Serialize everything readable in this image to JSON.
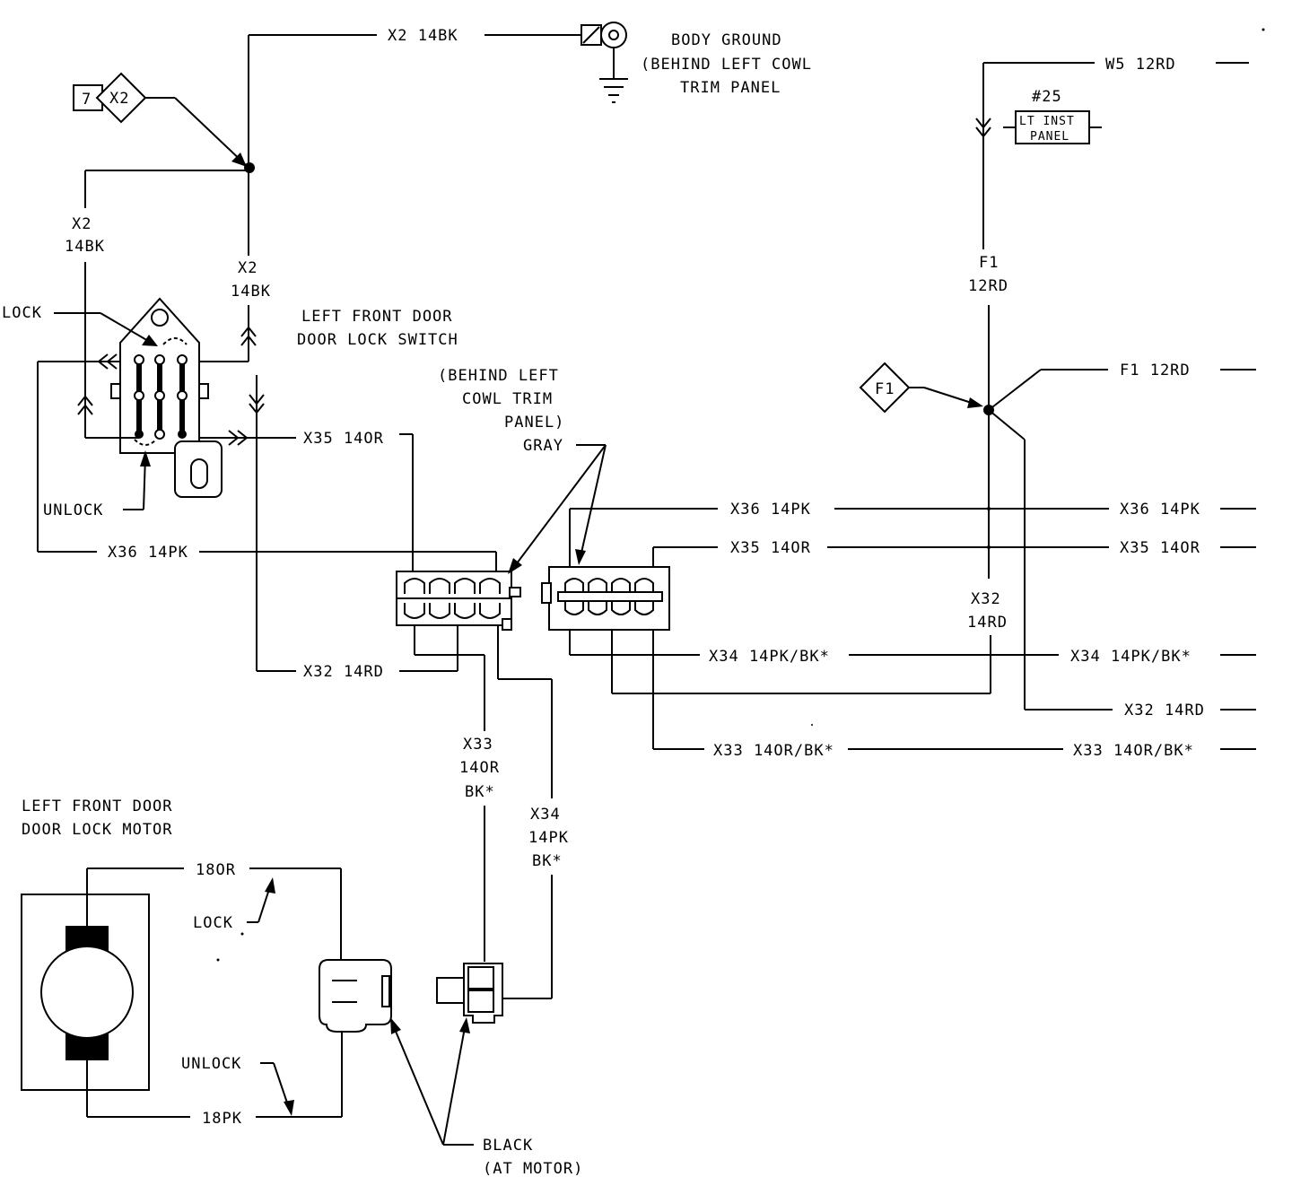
{
  "ground": {
    "wire_top": "X2 14BK",
    "line1": "BODY GROUND",
    "line2": "(BEHIND LEFT COWL",
    "line3": "TRIM PANEL"
  },
  "left_ref": {
    "page_number": "7",
    "label": "X2"
  },
  "x2_left": {
    "line1": "X2",
    "line2": "14BK"
  },
  "x2_mid": {
    "line1": "X2",
    "line2": "14BK"
  },
  "switch": {
    "lock_label": "LOCK",
    "unlock_label": "UNLOCK",
    "title1": "LEFT FRONT DOOR",
    "title2": "DOOR LOCK SWITCH"
  },
  "wires_left": {
    "x35": "X35 14OR",
    "x36": "X36 14PK",
    "x32": "X32 14RD"
  },
  "connector_note": {
    "line1": "(BEHIND LEFT",
    "line2": "COWL TRIM",
    "line3": "PANEL)",
    "line4": "GRAY"
  },
  "wires_mid": {
    "x36": "X36 14PK",
    "x35": "X35 14OR",
    "x34": "X34 14PK/BK*",
    "x33": "X33 14OR/BK*"
  },
  "wires_right": {
    "w5": "W5 12RD",
    "f1": "F1 12RD",
    "x36": "X36 14PK",
    "x35": "X35 14OR",
    "x34": "X34 14PK/BK*",
    "x32": "X32 14RD",
    "x33": "X33 14OR/BK*"
  },
  "fuse": {
    "number": "#25",
    "line1": "LT INST",
    "line2": "PANEL"
  },
  "f1_vert": {
    "line1": "F1",
    "line2": "12RD"
  },
  "f1_ref": {
    "label": "F1"
  },
  "x32_vert": {
    "line1": "X32",
    "line2": "14RD"
  },
  "x33_vert": {
    "line1": "X33",
    "line2": "14OR",
    "line3": "BK*"
  },
  "x34_vert": {
    "line1": "X34",
    "line2": "14PK",
    "line3": "BK*"
  },
  "motor": {
    "title1": "LEFT FRONT DOOR",
    "title2": "DOOR LOCK MOTOR",
    "wire_top": "18OR",
    "wire_bottom": "18PK",
    "lock_label": "LOCK",
    "unlock_label": "UNLOCK"
  },
  "motor_connector": {
    "line1": "BLACK",
    "line2": "(AT MOTOR)"
  }
}
